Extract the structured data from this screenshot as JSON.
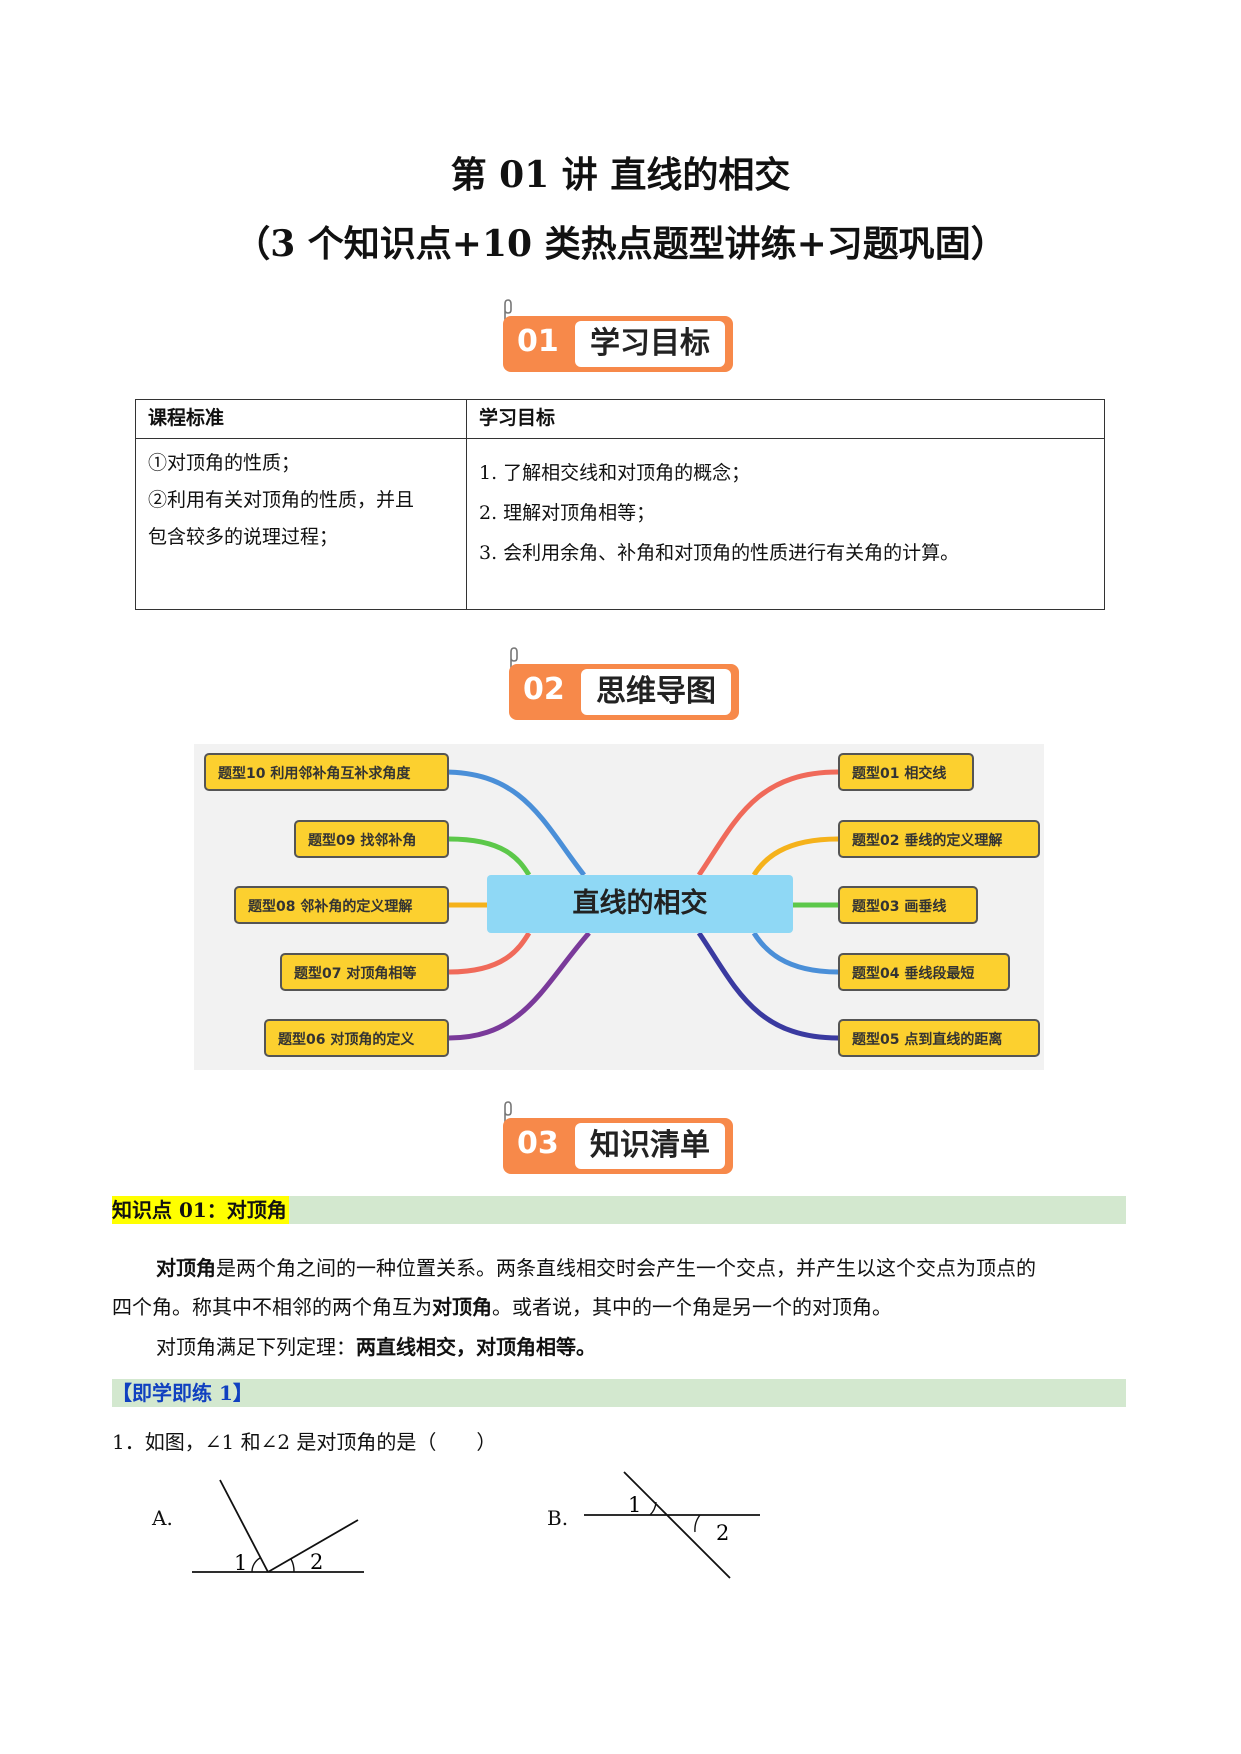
{
  "title": {
    "line1": "第 01 讲 直线的相交",
    "line2": "（3 个知识点+10 类热点题型讲练+习题巩固）"
  },
  "badges": [
    {
      "num": "01",
      "label": "学习目标"
    },
    {
      "num": "02",
      "label": "思维导图"
    },
    {
      "num": "03",
      "label": "知识清单"
    }
  ],
  "goals_table": {
    "headers": [
      "课程标准",
      "学习目标"
    ],
    "standards": [
      "①对顶角的性质；",
      "②利用有关对顶角的性质，并且",
      "包含较多的说理过程；"
    ],
    "objectives": [
      "1. 了解相交线和对顶角的概念；",
      "2. 理解对顶角相等；",
      "3. 会利用余角、补角和对顶角的性质进行有关角的计算。"
    ]
  },
  "mindmap": {
    "center": "直线的相交",
    "left": [
      "题型10 利用邻补角互补求角度",
      "题型09 找邻补角",
      "题型08 邻补角的定义理解",
      "题型07 对顶角相等",
      "题型06 对顶角的定义"
    ],
    "right": [
      "题型01 相交线",
      "题型02 垂线的定义理解",
      "题型03 画垂线",
      "题型04 垂线段最短",
      "题型05 点到直线的距离"
    ],
    "colors": {
      "node": "#fcd02f",
      "center": "#8fd8f5",
      "blue": "#4a8fd8",
      "green": "#5cc84a",
      "orange": "#f5b21b",
      "red": "#f06a5a",
      "purple": "#7a3a9a",
      "navy": "#3a3aa0"
    }
  },
  "knowledge": {
    "heading": "知识点 01：对顶角",
    "p1_term": "对顶角",
    "p1_rest": "是两个角之间的一种位置关系。两条直线相交时会产生一个交点，并产生以这个交点为顶点的",
    "p2_pre": "四个角。称其中不相邻的两个角互为",
    "p2_term": "对顶角",
    "p2_post": "。或者说，其中的一个角是另一个的对顶角。",
    "p3_pre": "对顶角满足下列定理：",
    "p3_bold": "两直线相交，对顶角相等。"
  },
  "practice": {
    "heading": "【即学即练 1】",
    "question": "1．如图，∠1 和∠2 是对顶角的是（　　）",
    "options": [
      "A.",
      "B."
    ],
    "angle_labels": [
      "1",
      "2"
    ]
  }
}
